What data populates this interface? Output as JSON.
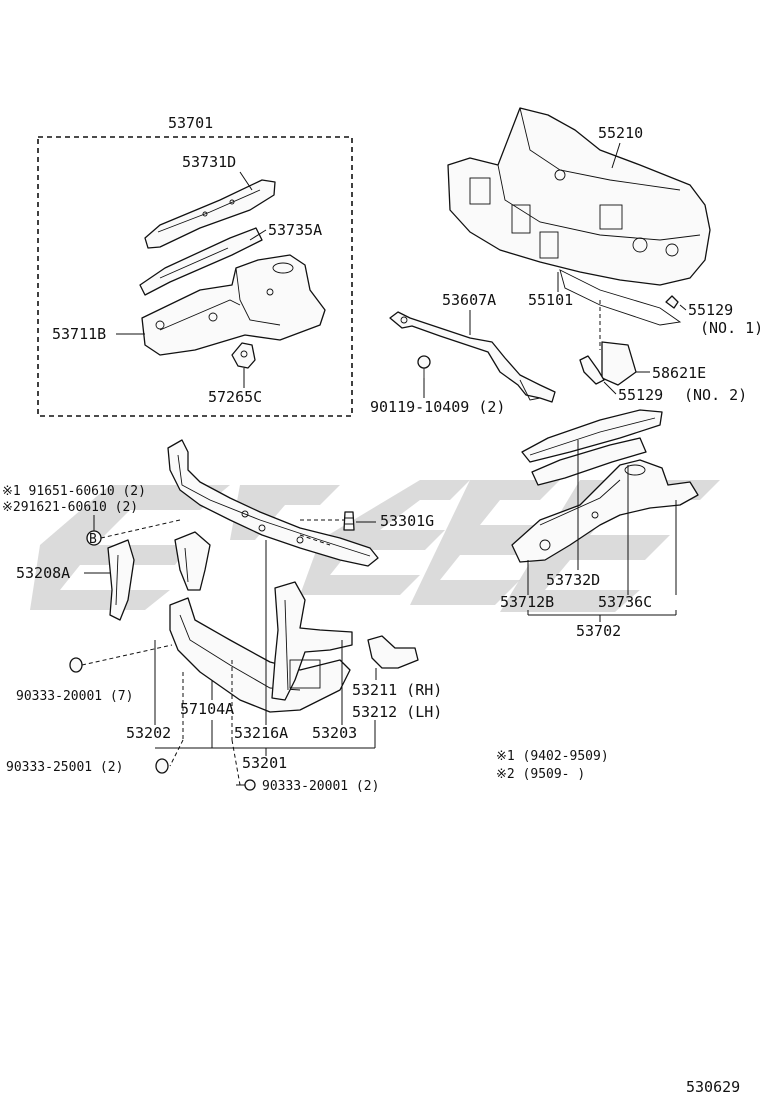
{
  "labels": {
    "p53701": "53701",
    "p53731D": "53731D",
    "p53735A": "53735A",
    "p53711B": "53711B",
    "p57265C": "57265C",
    "p55210": "55210",
    "p53607A": "53607A",
    "p55101": "55101",
    "p55129_no1": "55129",
    "no1": "(NO. 1)",
    "p58621E": "58621E",
    "p55129_no2": "55129",
    "no2": "(NO. 2)",
    "p90119": "90119-10409 (2)",
    "note1_part": "※1 91651-60610 (2)",
    "note2_part": "※291621-60610 (2)",
    "circle_b": "B",
    "p53301G": "53301G",
    "p53208A": "53208A",
    "p90333_20001_7": "90333-20001 (7)",
    "p53202": "53202",
    "p57104A": "57104A",
    "p53216A": "53216A",
    "p53203": "53203",
    "p53211": "53211 (RH)",
    "p53212": "53212 (LH)",
    "p53201": "53201",
    "p90333_25001": "90333-25001 (2)",
    "p90333_20001_2": "90333-20001 (2)",
    "p53732D": "53732D",
    "p53712B": "53712B",
    "p53736C": "53736C",
    "p53702": "53702",
    "note1_range": "※1 (9402-9509)",
    "note2_range": "※2 (9509-      )",
    "figure_code": "530629"
  },
  "colors": {
    "line": "#111111",
    "watermark": "#bdbdbd"
  }
}
